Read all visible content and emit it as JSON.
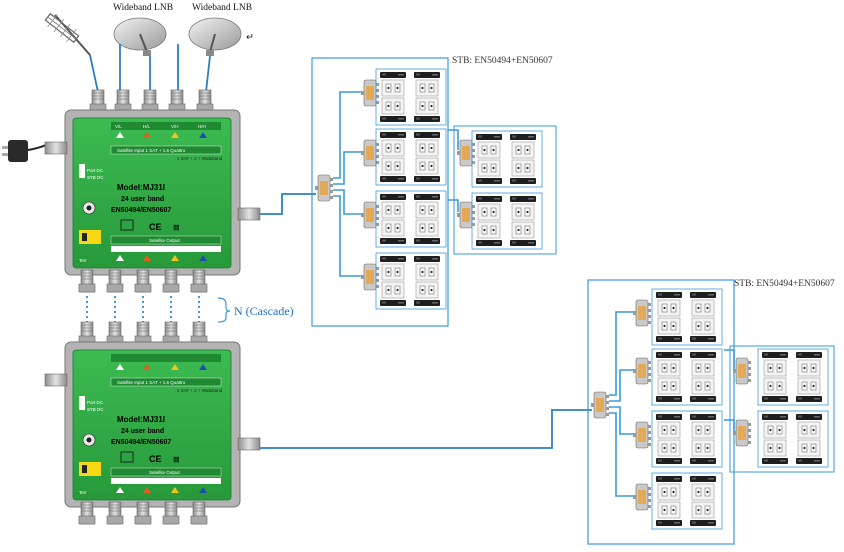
{
  "lnb_labels": [
    "Wideband LNB",
    "Wideband LNB"
  ],
  "stb_labels": [
    "STB: EN50494+EN50607",
    "STB: EN50494+EN50607"
  ],
  "cascade_label": "N (Cascade)",
  "switch": {
    "model": "Model:MJ31I",
    "user_band": "24 user band",
    "standard": "EN50494/EN50607",
    "sat_input": "Satellite Input 1 SAT + 1.6 Quattro",
    "sat_input2": "2 SAT + 2 + Wideband",
    "sat_output": "Satellite Output",
    "port_dc": "Port DC",
    "stb_dc": "STB DC",
    "port_labels": [
      "V/L",
      "H/L",
      "V/H",
      "H/H"
    ],
    "terr": "Terr"
  },
  "colors": {
    "cable": "#3a9ad9",
    "pcb": "#2fa845",
    "metal": "#b8b8b8"
  }
}
